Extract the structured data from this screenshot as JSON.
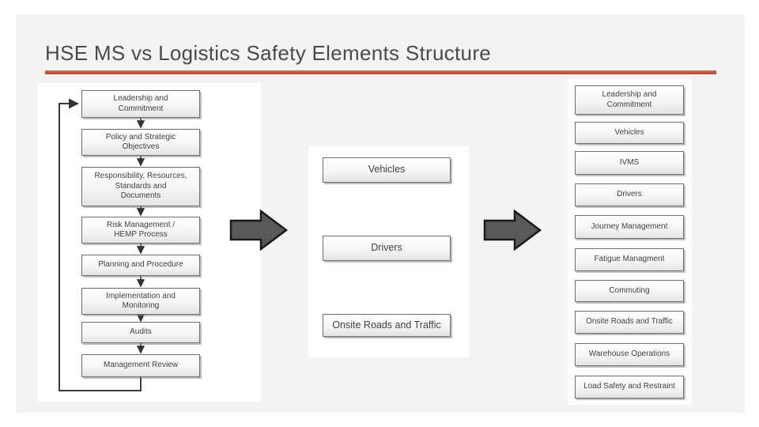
{
  "slide": {
    "title": "HSE MS vs Logistics Safety Elements Structure"
  },
  "hse_ms_flow": {
    "boxes": [
      {
        "label": "Leadership and\nCommitment"
      },
      {
        "label": "Policy and Strategic\nObjectives"
      },
      {
        "label": "Responsibility, Resources,\nStandards and\nDocuments"
      },
      {
        "label": "Risk Management /\nHEMP Process"
      },
      {
        "label": "Planning and Procedure"
      },
      {
        "label": "Implementation and\nMonitoring"
      },
      {
        "label": "Audits"
      },
      {
        "label": "Management Review"
      }
    ]
  },
  "logistics_core": {
    "boxes": [
      {
        "label": "Vehicles"
      },
      {
        "label": "Drivers"
      },
      {
        "label": "Onsite Roads and Traffic"
      }
    ]
  },
  "logistics_elements": {
    "boxes": [
      {
        "label": "Leadership and\nCommitment"
      },
      {
        "label": "Vehicles"
      },
      {
        "label": "IVMS"
      },
      {
        "label": "Drivers"
      },
      {
        "label": "Journey Management"
      },
      {
        "label": "Fatigue Managment"
      },
      {
        "label": "Commuting"
      },
      {
        "label": "Onsite Roads and Traffic"
      },
      {
        "label": "Warehouse Operations"
      },
      {
        "label": "Load Safety and Restraint"
      }
    ]
  },
  "icons": {
    "transition_arrow": "right-arrow"
  },
  "colors": {
    "accent_rule": "#b45a41",
    "slide_background": "#f3f3f2",
    "panel_background": "#ffffff",
    "box_border": "#6e6e6e",
    "big_arrow_fill": "#595959",
    "big_arrow_outline": "#1a1a1a",
    "text": "#3f3f3f"
  }
}
